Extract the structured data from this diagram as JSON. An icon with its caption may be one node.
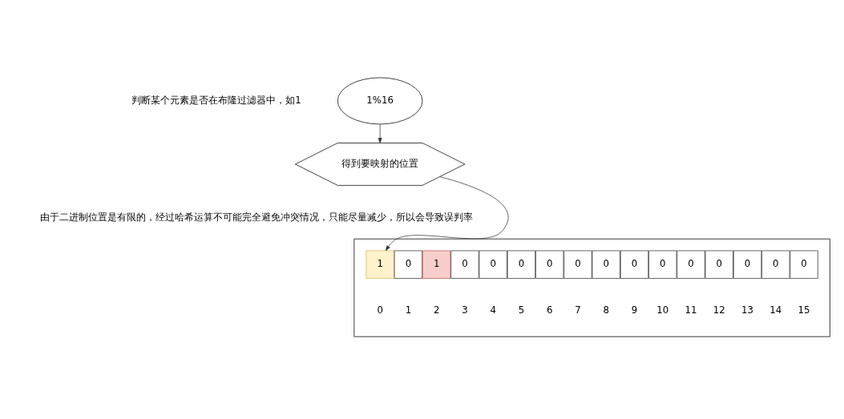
{
  "diagram": {
    "nodes": [
      {
        "text": [
          "1%16"
        ]
      },
      {
        "text": [
          "得到要映射的位置"
        ]
      },
      {
        "text": [],
        "shape": "box"
      },
      {
        "text": [
          "1"
        ],
        "in": 2
      },
      {
        "text": [
          "0"
        ],
        "in": 2
      },
      {
        "text": [
          "1"
        ],
        "in": 2
      },
      {
        "text": [
          "0"
        ],
        "in": 2
      },
      {
        "text": [
          "0"
        ],
        "in": 2
      },
      {
        "text": [
          "0"
        ],
        "in": 2
      },
      {
        "text": [
          "0"
        ],
        "in": 2
      },
      {
        "text": [
          "0"
        ],
        "in": 2
      },
      {
        "text": [
          "0"
        ],
        "in": 2
      },
      {
        "text": [
          "0"
        ],
        "in": 2
      },
      {
        "text": [
          "0"
        ],
        "in": 2
      },
      {
        "text": [
          "0"
        ],
        "in": 2
      },
      {
        "text": [
          "0"
        ],
        "in": 2
      },
      {
        "text": [
          "0"
        ],
        "in": 2
      },
      {
        "text": [
          "0"
        ],
        "in": 2
      },
      {
        "text": [
          "0"
        ],
        "in": 2
      }
    ],
    "edges": [
      {
        "from": 0,
        "to": 1,
        "arrow": "to"
      },
      {
        "from": 1,
        "to": 3,
        "arrow": "to"
      }
    ],
    "labels": [
      "判断某个元素是否在布隆过滤器中，如1",
      "由于二进制位置是有限的，经过哈希运算不可能完全避免冲突情况，只能尽量减少，所以会导致误判率",
      "0",
      "1",
      "2",
      "3",
      "4",
      "5",
      "6",
      "7",
      "8",
      "9",
      "10",
      "11",
      "12",
      "13",
      "14",
      "15"
    ]
  }
}
